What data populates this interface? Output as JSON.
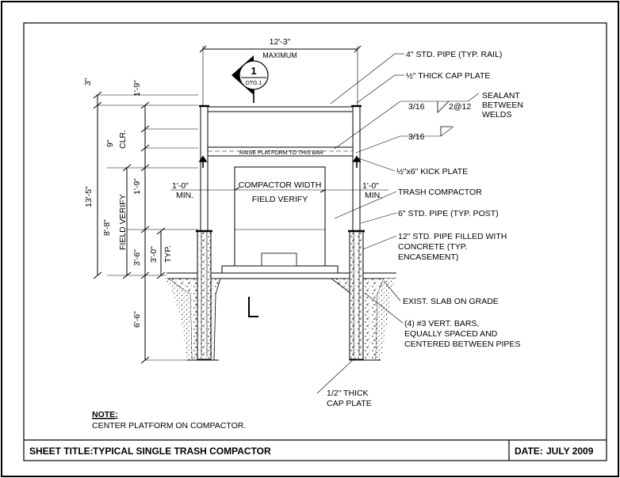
{
  "sheet": {
    "title_label": "SHEET TITLE:",
    "title": "TYPICAL SINGLE TRASH COMPACTOR",
    "date_label": "DATE:",
    "date": "JULY 2009"
  },
  "callout": {
    "number": "1",
    "sheet_ref": "DTG.1"
  },
  "dimensions": {
    "overall_width": "12'-3\"",
    "overall_width_note": "MAXIMUM",
    "top_rail_gap": "3\"",
    "rail_height": "1'-9\"",
    "clearance": "9\"",
    "clearance_note": "CLR.",
    "kick_height": "1'-9\"",
    "overall_height": "13'-5\"",
    "field_height": "8'-8\"",
    "field_verify_note": "FIELD VERIFY",
    "post_above_grade": "3'-6\"",
    "encasement_height": "3'-0\"",
    "encasement_note": "TYP.",
    "footing_depth": "6'-6\"",
    "left_min": "1'-0\"",
    "right_min": "1'-0\"",
    "min_note": "MIN."
  },
  "compactor": {
    "label_line1": "COMPACTOR WIDTH",
    "label_line2": "FIELD VERIFY",
    "raise_note": "RAISE PLATFORM TO THIS BAR"
  },
  "notes": {
    "std_pipe_rail": "4\" STD. PIPE (TYP. RAIL)",
    "cap_plate_top": "½\" THICK CAP PLATE",
    "weld_symbol_1": "3/16",
    "weld_spacing": "2@12",
    "sealant_line1": "SEALANT",
    "sealant_line2": "BETWEEN",
    "sealant_line3": "WELDS",
    "weld_symbol_2": "3/16",
    "kick_plate": "½\"x6\" KICK PLATE",
    "trash_compactor": "TRASH COMPACTOR",
    "std_pipe_post": "6\" STD. PIPE (TYP. POST)",
    "encasement_line1": "12\" STD. PIPE FILLED WITH",
    "encasement_line2": "CONCRETE (TYP.",
    "encasement_line3": "ENCASEMENT)",
    "slab": "EXIST. SLAB ON GRADE",
    "bars_line1": "(4) #3 VERT. BARS,",
    "bars_line2": "EQUALLY SPACED AND",
    "bars_line3": "CENTERED BETWEEN PIPES",
    "cap_plate_bottom_line1": "1/2\" THICK",
    "cap_plate_bottom_line2": "CAP PLATE",
    "note_heading": "NOTE:",
    "note_text": "CENTER PLATFORM ON COMPACTOR."
  }
}
